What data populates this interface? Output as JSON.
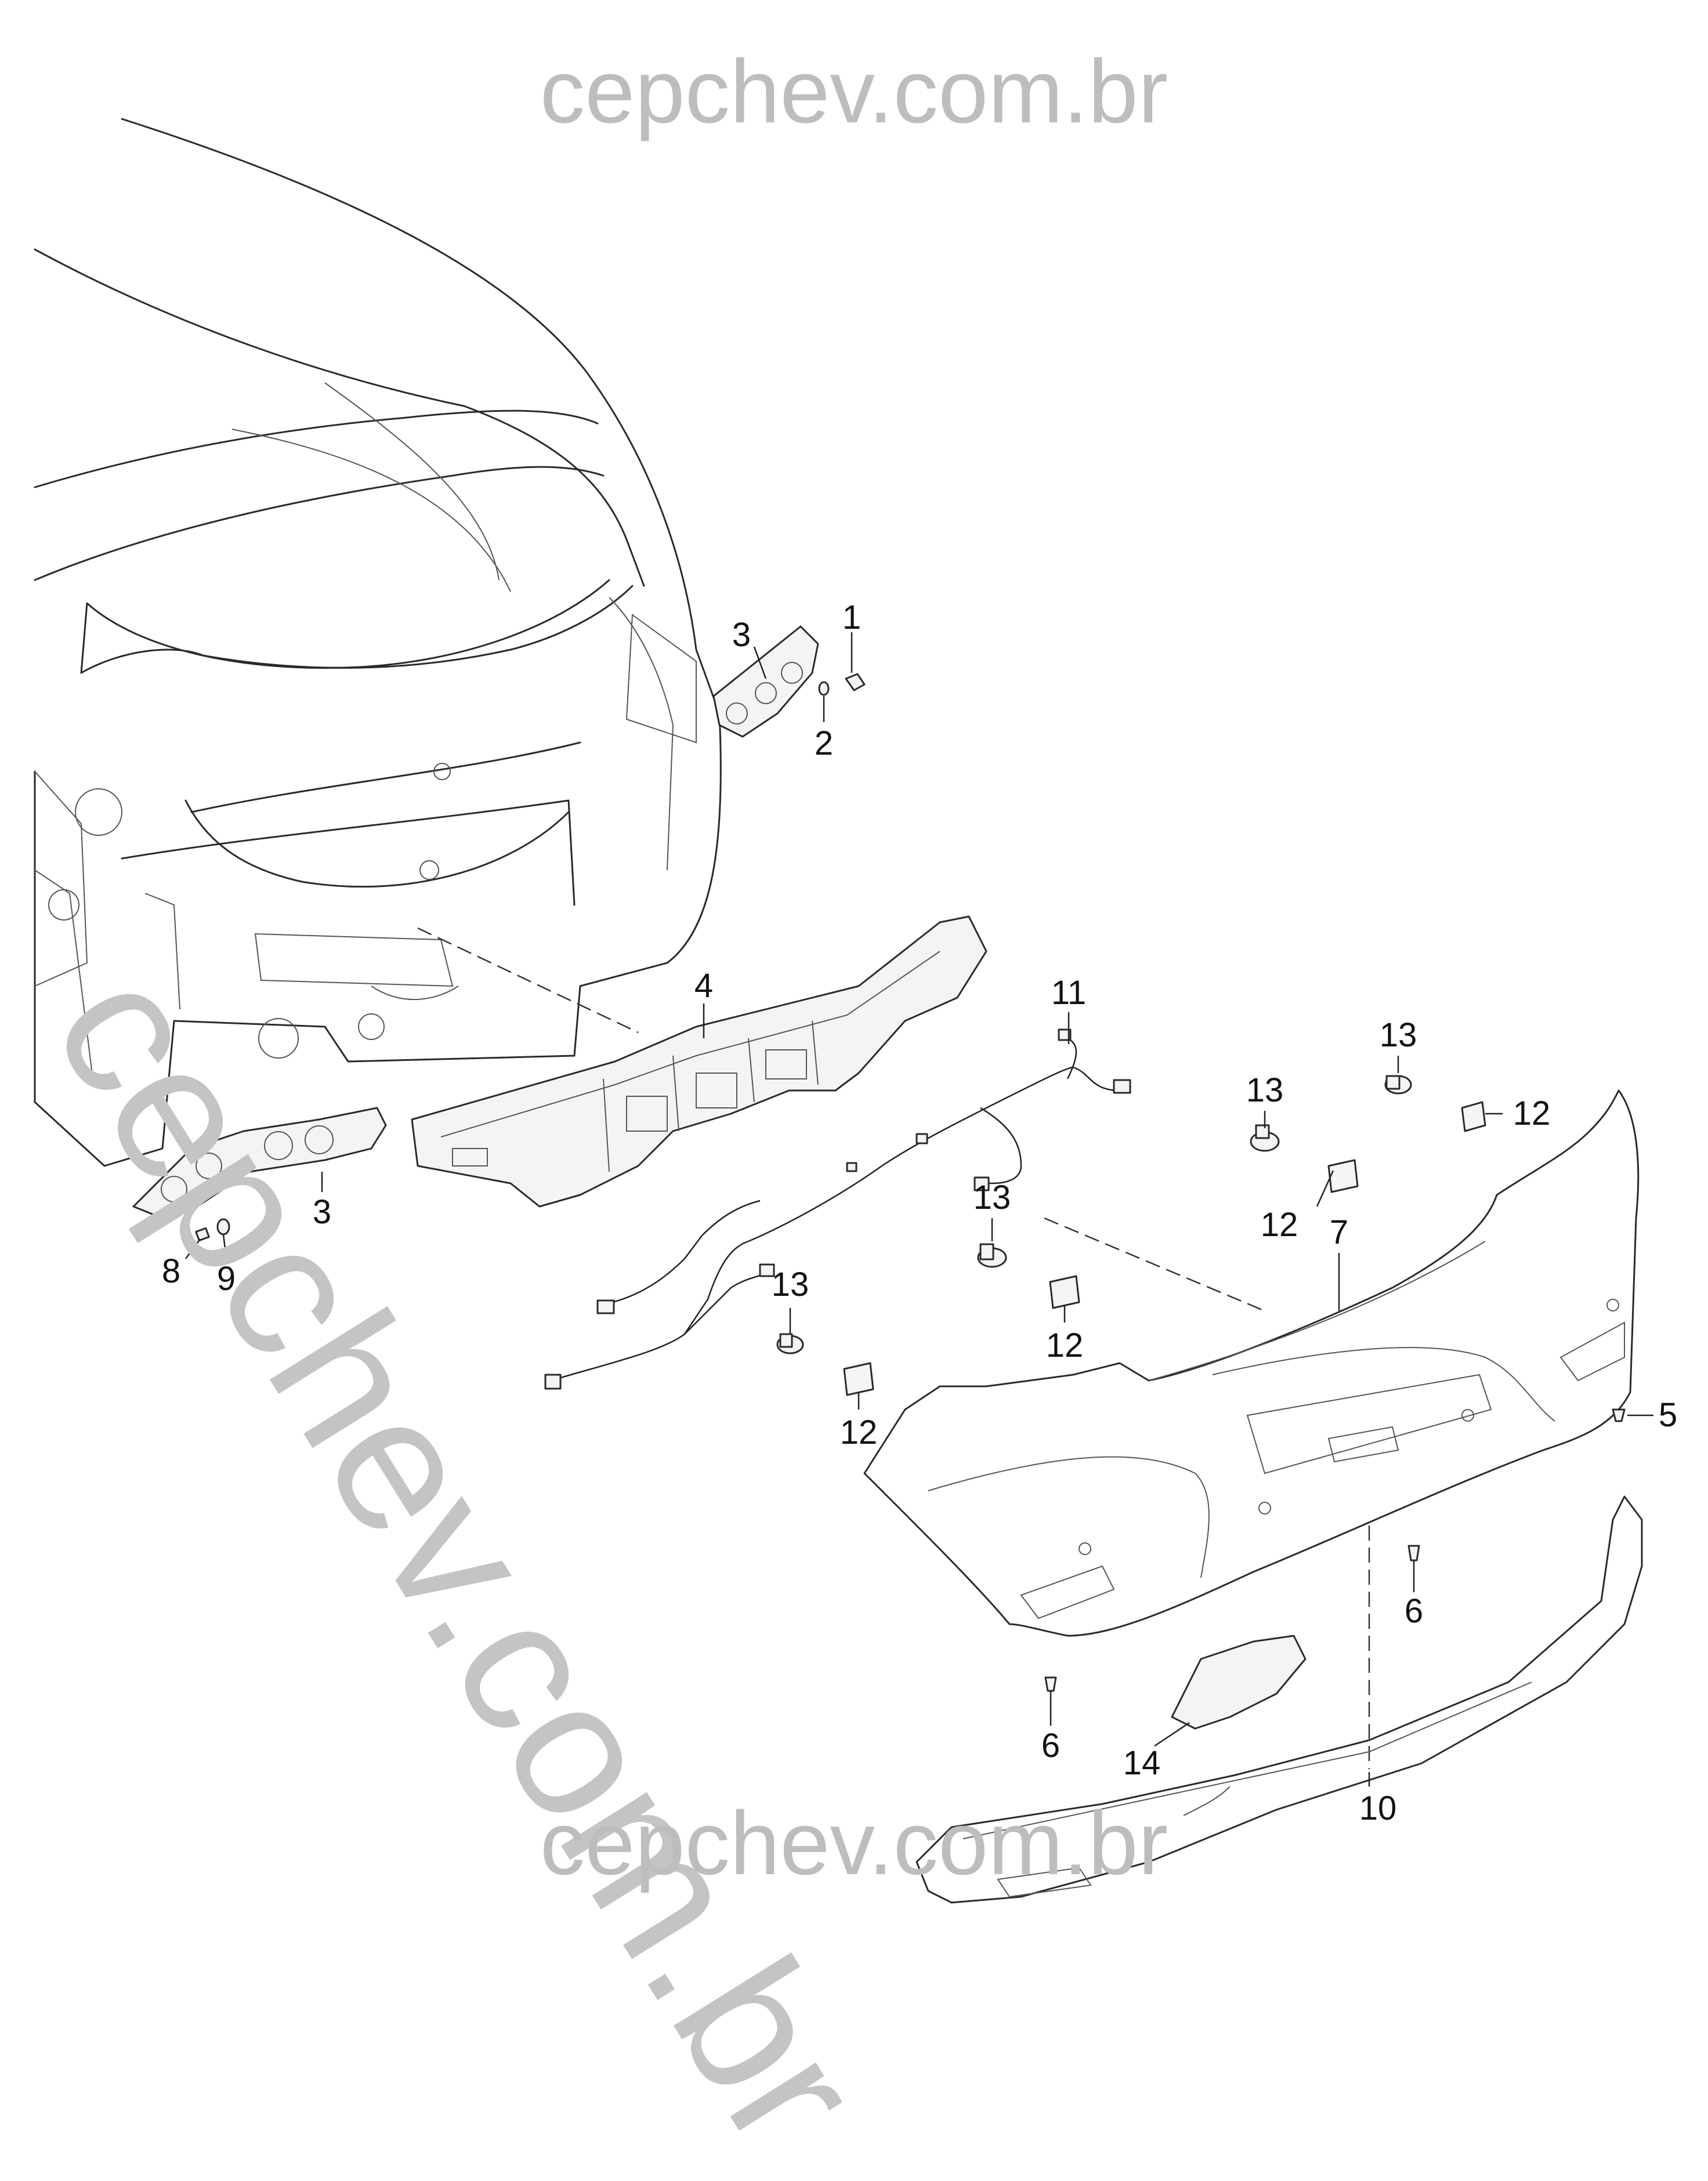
{
  "watermark": {
    "top": "cepchev.com.br",
    "bottom": "cepchev.com.br",
    "diagonal": "cepchev.com.br"
  },
  "callouts": [
    {
      "id": "1",
      "text": "1"
    },
    {
      "id": "2",
      "text": "2"
    },
    {
      "id": "3a",
      "text": "3"
    },
    {
      "id": "3b",
      "text": "3"
    },
    {
      "id": "4",
      "text": "4"
    },
    {
      "id": "5",
      "text": "5"
    },
    {
      "id": "6a",
      "text": "6"
    },
    {
      "id": "6b",
      "text": "6"
    },
    {
      "id": "7",
      "text": "7"
    },
    {
      "id": "8",
      "text": "8"
    },
    {
      "id": "9",
      "text": "9"
    },
    {
      "id": "10",
      "text": "10"
    },
    {
      "id": "11",
      "text": "11"
    },
    {
      "id": "12a",
      "text": "12"
    },
    {
      "id": "12b",
      "text": "12"
    },
    {
      "id": "12c",
      "text": "12"
    },
    {
      "id": "12d",
      "text": "12"
    },
    {
      "id": "13a",
      "text": "13"
    },
    {
      "id": "13b",
      "text": "13"
    },
    {
      "id": "13c",
      "text": "13"
    },
    {
      "id": "13d",
      "text": "13"
    },
    {
      "id": "14",
      "text": "14"
    }
  ]
}
